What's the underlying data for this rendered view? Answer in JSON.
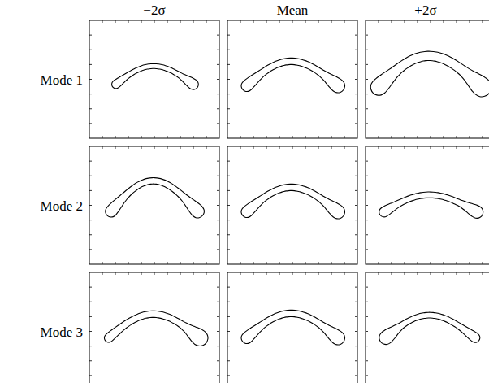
{
  "diagram": {
    "labels": [
      "−2σ",
      "Mean",
      "+2σ",
      "Mode 1",
      "Mode 2",
      "Mode 3"
    ]
  }
}
